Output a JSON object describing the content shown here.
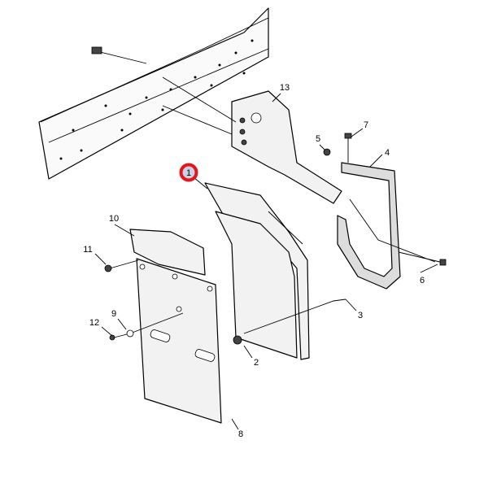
{
  "diagram": {
    "title": "Mud flap / splash guard bracket assembly",
    "highlight_color": "#e8141c",
    "highlight_fill": "#c9d1e3",
    "callouts": {
      "c1": "1",
      "c2": "2",
      "c3": "3",
      "c4": "4",
      "c5": "5",
      "c6": "6",
      "c7": "7",
      "c8": "8",
      "c9": "9",
      "c10": "10",
      "c11": "11",
      "c12": "12",
      "c13": "13"
    },
    "selected_callout": "1"
  }
}
